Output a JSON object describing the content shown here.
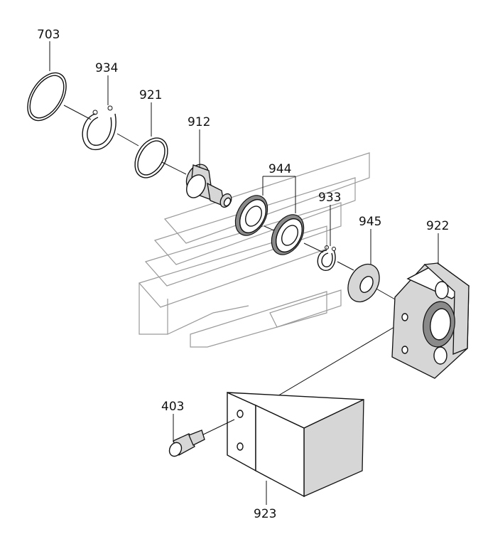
{
  "diagram": {
    "part_labels": {
      "p703": "703",
      "p934": "934",
      "p921": "921",
      "p912": "912",
      "p944": "944",
      "p933": "933",
      "p945": "945",
      "p922": "922",
      "p403": "403",
      "p923": "923"
    }
  }
}
